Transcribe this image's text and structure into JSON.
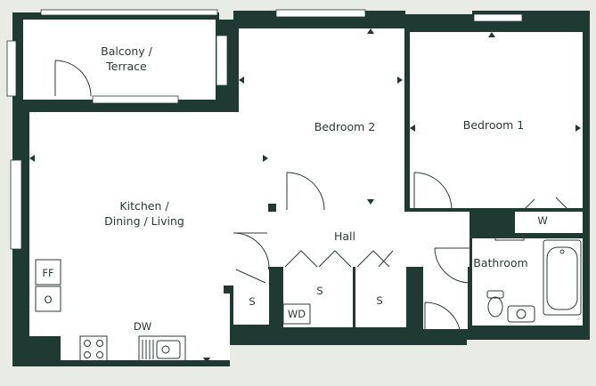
{
  "colors": {
    "wall": "#1f3a33",
    "floor": "#ffffff",
    "background": "#e9ece6",
    "line": "#2b3a36"
  },
  "rooms": {
    "balcony_line1": "Balcony /",
    "balcony_line2": "Terrace",
    "bedroom2": "Bedroom 2",
    "bedroom1": "Bedroom 1",
    "kitchen_line1": "Kitchen /",
    "kitchen_line2": "Dining / Living",
    "hall": "Hall",
    "bathroom": "Bathroom"
  },
  "fixtures": {
    "fridge_freezer": "FF",
    "oven": "O",
    "dishwasher": "DW",
    "wardrobe": "W",
    "storage_1": "S",
    "storage_2": "S",
    "storage_3": "S",
    "washer_dryer": "WD"
  },
  "icons": [
    "window",
    "door-swing",
    "hob-icon",
    "sink-icon",
    "bath-icon",
    "toilet-icon",
    "basin-icon",
    "measurement-marker-icon"
  ]
}
